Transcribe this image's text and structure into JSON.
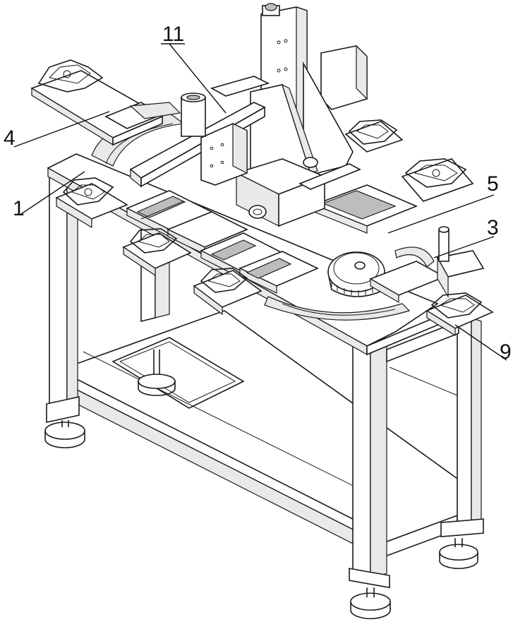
{
  "figure": {
    "callouts": [
      {
        "id": "c11",
        "text": "11"
      },
      {
        "id": "c4",
        "text": "4"
      },
      {
        "id": "c1",
        "text": "1"
      },
      {
        "id": "c5",
        "text": "5"
      },
      {
        "id": "c3",
        "text": "3"
      },
      {
        "id": "c9",
        "text": "9"
      }
    ]
  }
}
